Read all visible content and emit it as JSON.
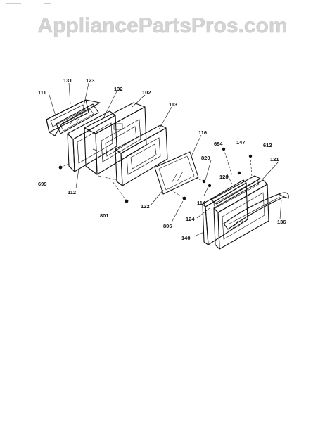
{
  "watermark": "AppliancePartsPros.com",
  "labels": [
    {
      "id": "111",
      "text": "111"
    },
    {
      "id": "131",
      "text": "131"
    },
    {
      "id": "123",
      "text": "123"
    },
    {
      "id": "132",
      "text": "132"
    },
    {
      "id": "102",
      "text": "102"
    },
    {
      "id": "113",
      "text": "113"
    },
    {
      "id": "116",
      "text": "116"
    },
    {
      "id": "694",
      "text": "694"
    },
    {
      "id": "147",
      "text": "147"
    },
    {
      "id": "612",
      "text": "612"
    },
    {
      "id": "820",
      "text": "820"
    },
    {
      "id": "128",
      "text": "128"
    },
    {
      "id": "121",
      "text": "121"
    },
    {
      "id": "699",
      "text": "699"
    },
    {
      "id": "112",
      "text": "112"
    },
    {
      "id": "122",
      "text": "122"
    },
    {
      "id": "114",
      "text": "114"
    },
    {
      "id": "801",
      "text": "801"
    },
    {
      "id": "806",
      "text": "806"
    },
    {
      "id": "124",
      "text": "124"
    },
    {
      "id": "136",
      "text": "136"
    },
    {
      "id": "140",
      "text": "140"
    }
  ]
}
